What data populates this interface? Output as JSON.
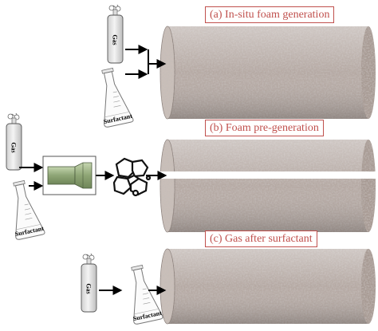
{
  "labels": {
    "a": "(a) In-situ foam generation",
    "b": "(b) Foam pre-generation",
    "c": "(c) Gas after surfactant"
  },
  "reagents": {
    "gas": "Gas",
    "surfactant": "Surfactant"
  },
  "colors": {
    "label_border": "#c0504d",
    "label_text": "#c0504d",
    "core_base": "#b5a9a3",
    "generator": "#9fb58a",
    "arrow": "#000000"
  },
  "icons": {
    "gas_cylinder": "gas-cylinder-icon",
    "flask": "erlenmeyer-flask-icon",
    "foam_generator": "foam-generator-icon",
    "foam_bubbles": "foam-bubbles-icon"
  }
}
